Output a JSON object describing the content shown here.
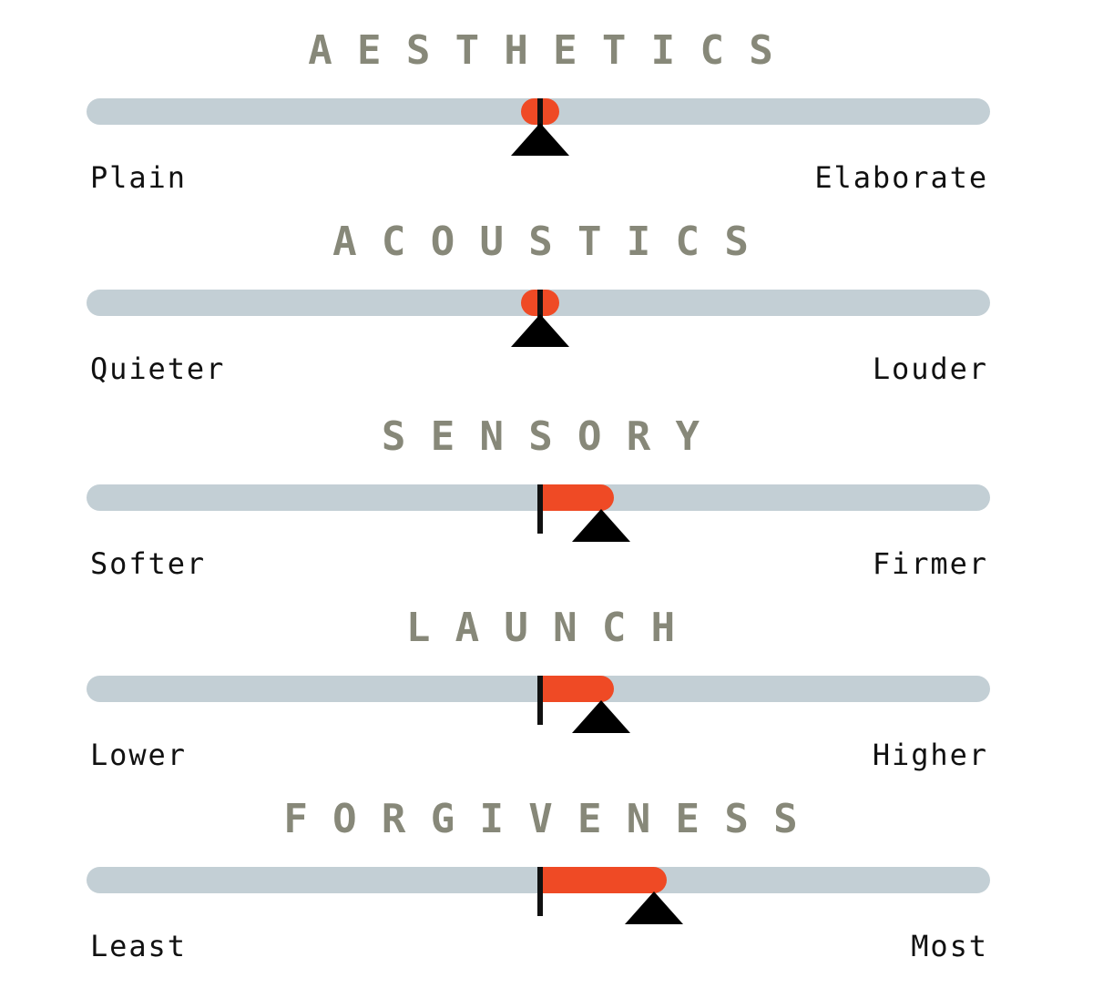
{
  "scales": [
    {
      "title": "AESTHETICS",
      "low_label": "Plain",
      "high_label": "Elaborate",
      "rating": 0.0
    },
    {
      "title": "ACOUSTICS",
      "low_label": "Quieter",
      "high_label": "Louder",
      "rating": 0.0
    },
    {
      "title": "SENSORY",
      "low_label": "Softer",
      "high_label": "Firmer",
      "rating": 0.14
    },
    {
      "title": "LAUNCH",
      "low_label": "Lower",
      "high_label": "Higher",
      "rating": 0.14
    },
    {
      "title": "FORGIVENESS",
      "low_label": "Least",
      "high_label": "Most",
      "rating": 0.26
    }
  ],
  "colors": {
    "title": "#878879",
    "track": "#c3cfd5",
    "fill": "#ef4a25",
    "pointer": "#000000",
    "label": "#111111"
  }
}
